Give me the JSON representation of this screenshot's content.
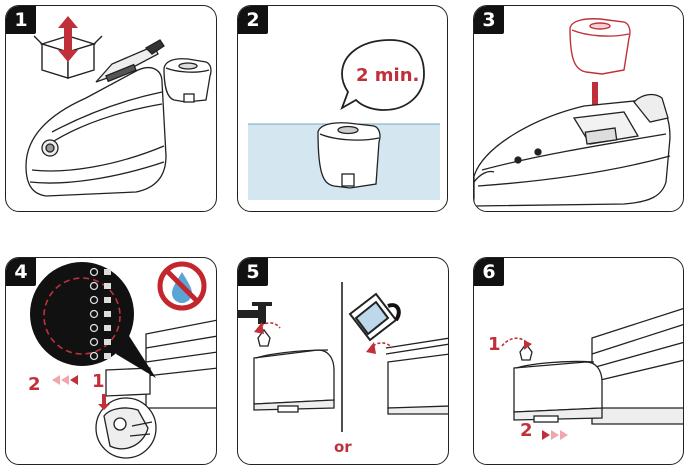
{
  "steps": [
    {
      "number": "1"
    },
    {
      "number": "2",
      "timer_label": "2 min."
    },
    {
      "number": "3"
    },
    {
      "number": "4",
      "callout": "1",
      "callout_alt": "2"
    },
    {
      "number": "5",
      "separator_label": "or"
    },
    {
      "number": "6",
      "step_a": "1",
      "step_b": "2"
    }
  ],
  "colors": {
    "accent": "#c0303a",
    "water": "#d4e6f0",
    "line": "#222222",
    "forbidden_red": "#c4262e",
    "droplet": "#5ba4d6"
  }
}
